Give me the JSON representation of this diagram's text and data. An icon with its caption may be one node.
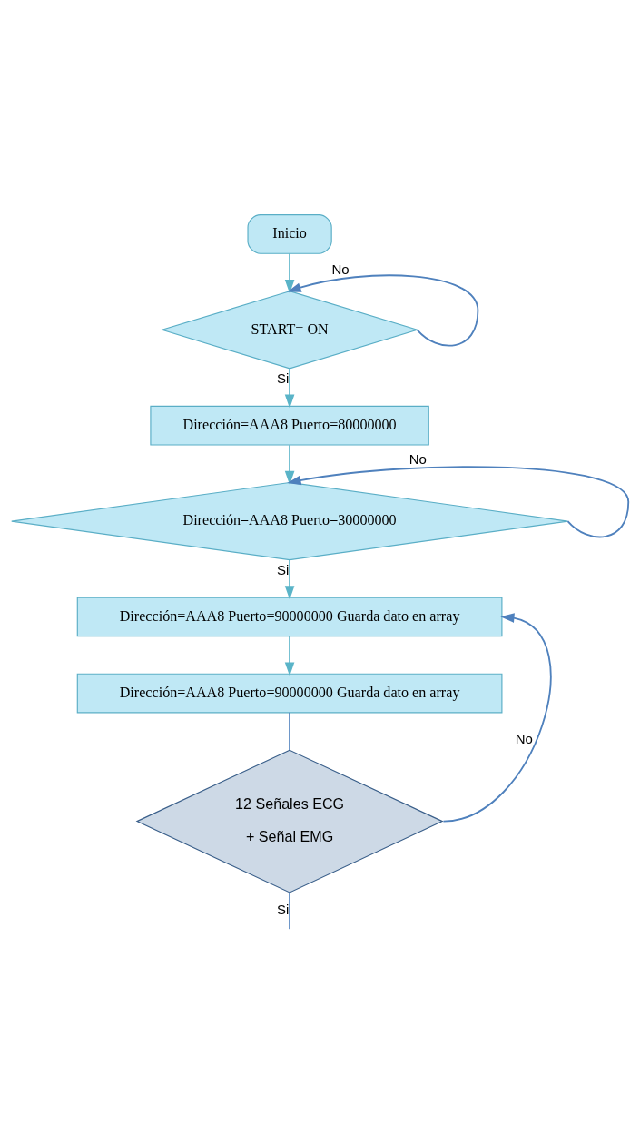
{
  "diagram": {
    "nodes": [
      {
        "text": [
          "Inicio"
        ]
      },
      {
        "text": [
          "START= ON"
        ]
      },
      {
        "text": [
          "Dirección=AAA8 Puerto=80000000"
        ]
      },
      {
        "text": [
          "Dirección=AAA8 Puerto=30000000"
        ]
      },
      {
        "text": [
          "Dirección=AAA8 Puerto=90000000 Guarda dato en array"
        ]
      },
      {
        "text": [
          "Dirección=AAA8 Puerto=90000000 Guarda dato en array"
        ]
      },
      {
        "text": [
          "12 Señales ECG",
          "+ Señal EMG"
        ]
      }
    ],
    "edges": [
      {
        "from": 0,
        "to": 1,
        "arrow": "to"
      },
      {
        "from": 1,
        "to": 1,
        "arrow": "to",
        "label": "No",
        "color": "#4f81bd"
      },
      {
        "from": 1,
        "to": 2,
        "arrow": "to",
        "label": "Si"
      },
      {
        "from": 2,
        "to": 3,
        "arrow": "to"
      },
      {
        "from": 3,
        "to": 3,
        "arrow": "to",
        "label": "No",
        "color": "#4f81bd"
      },
      {
        "from": 3,
        "to": 4,
        "arrow": "to",
        "label": "Si"
      },
      {
        "from": 4,
        "to": 5,
        "arrow": "to"
      },
      {
        "from": 5,
        "to": 6,
        "arrow": "none",
        "color": "#4f81bd"
      },
      {
        "from": 6,
        "to": 4,
        "arrow": "to",
        "label": "No",
        "color": "#4f81bd"
      },
      {
        "from": 6,
        "to": null,
        "arrow": "none",
        "label": "Si",
        "color": "#4f81bd"
      }
    ]
  }
}
